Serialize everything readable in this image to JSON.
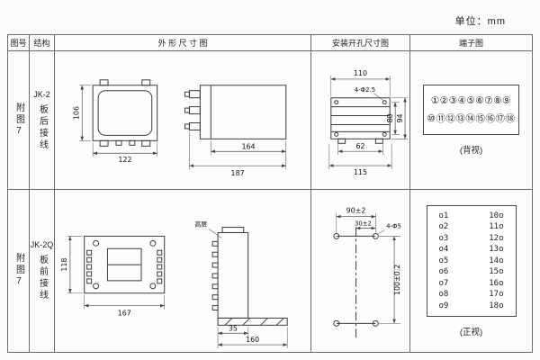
{
  "unit_label": "单位：mm",
  "header": {
    "fig": "图号",
    "struct": "结构",
    "outline": "外 形 尺 寸 图",
    "mount": "安装开孔尺寸图",
    "terminal": "端子图"
  },
  "row1": {
    "fig": "附图7",
    "model": "JK-2",
    "wiring": "板后接线",
    "outline": {
      "height": "106",
      "width": "122",
      "depth_inner": "164",
      "depth_total": "187"
    },
    "mount": {
      "width_top": "110",
      "holes": "4-Φ2.5",
      "height_inner": "80",
      "height_outer": "94",
      "width_bottom_inner": "62",
      "width_bottom_outer": "115"
    },
    "terminal": {
      "top_row": "①②③④⑤⑥⑦⑧⑨",
      "bottom_row": "⑩⑪⑫⑬⑭⑮⑯⑰⑱",
      "view_label": "(背视)"
    }
  },
  "row2": {
    "fig": "附图7",
    "model": "JK-2Q",
    "wiring": "板前接线",
    "outline": {
      "height": "118",
      "width": "167",
      "depth_body": "35",
      "depth_total": "160",
      "note": "高层"
    },
    "mount": {
      "width_top": "90±2",
      "offset": "30±2",
      "holes": "4-Φ5",
      "height": "100±0.2"
    },
    "terminal": {
      "left": [
        "o1",
        "o2",
        "o3",
        "o4",
        "o5",
        "o6",
        "o7",
        "o8",
        "o9"
      ],
      "right": [
        "10o",
        "11o",
        "12o",
        "13o",
        "14o",
        "15o",
        "16o",
        "17o",
        "18o"
      ],
      "view_label": "(正视)"
    }
  }
}
